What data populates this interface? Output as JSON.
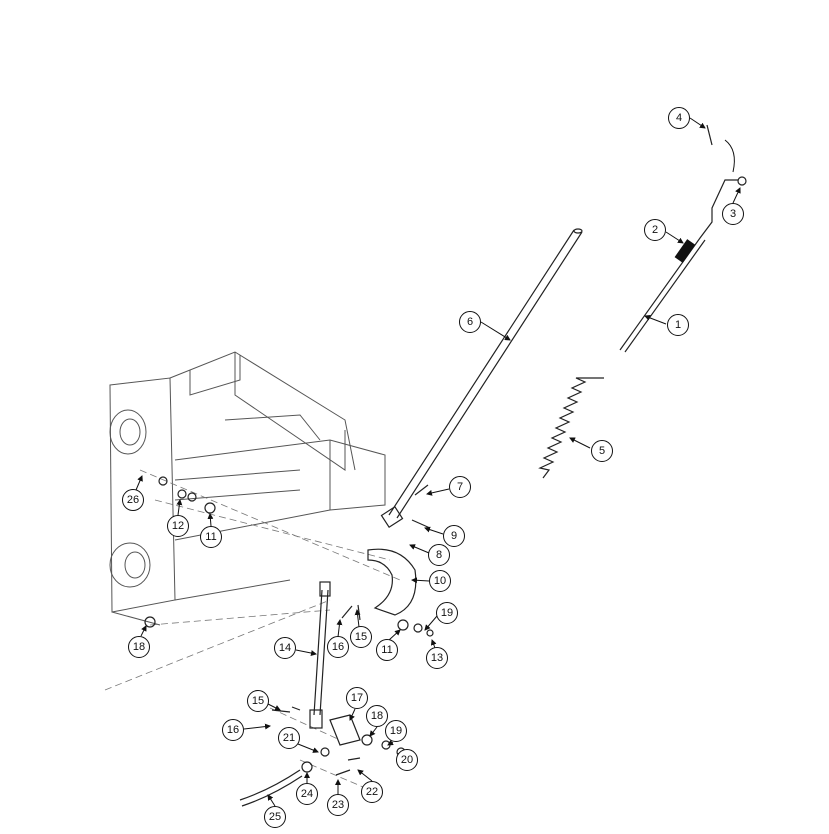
{
  "diagram": {
    "type": "exploded-parts-diagram",
    "callouts": [
      "1",
      "2",
      "3",
      "4",
      "5",
      "6",
      "7",
      "8",
      "9",
      "10",
      "11",
      "11",
      "12",
      "13",
      "14",
      "15",
      "15",
      "16",
      "16",
      "17",
      "18",
      "18",
      "19",
      "19",
      "20",
      "21",
      "22",
      "23",
      "24",
      "25",
      "26"
    ]
  }
}
